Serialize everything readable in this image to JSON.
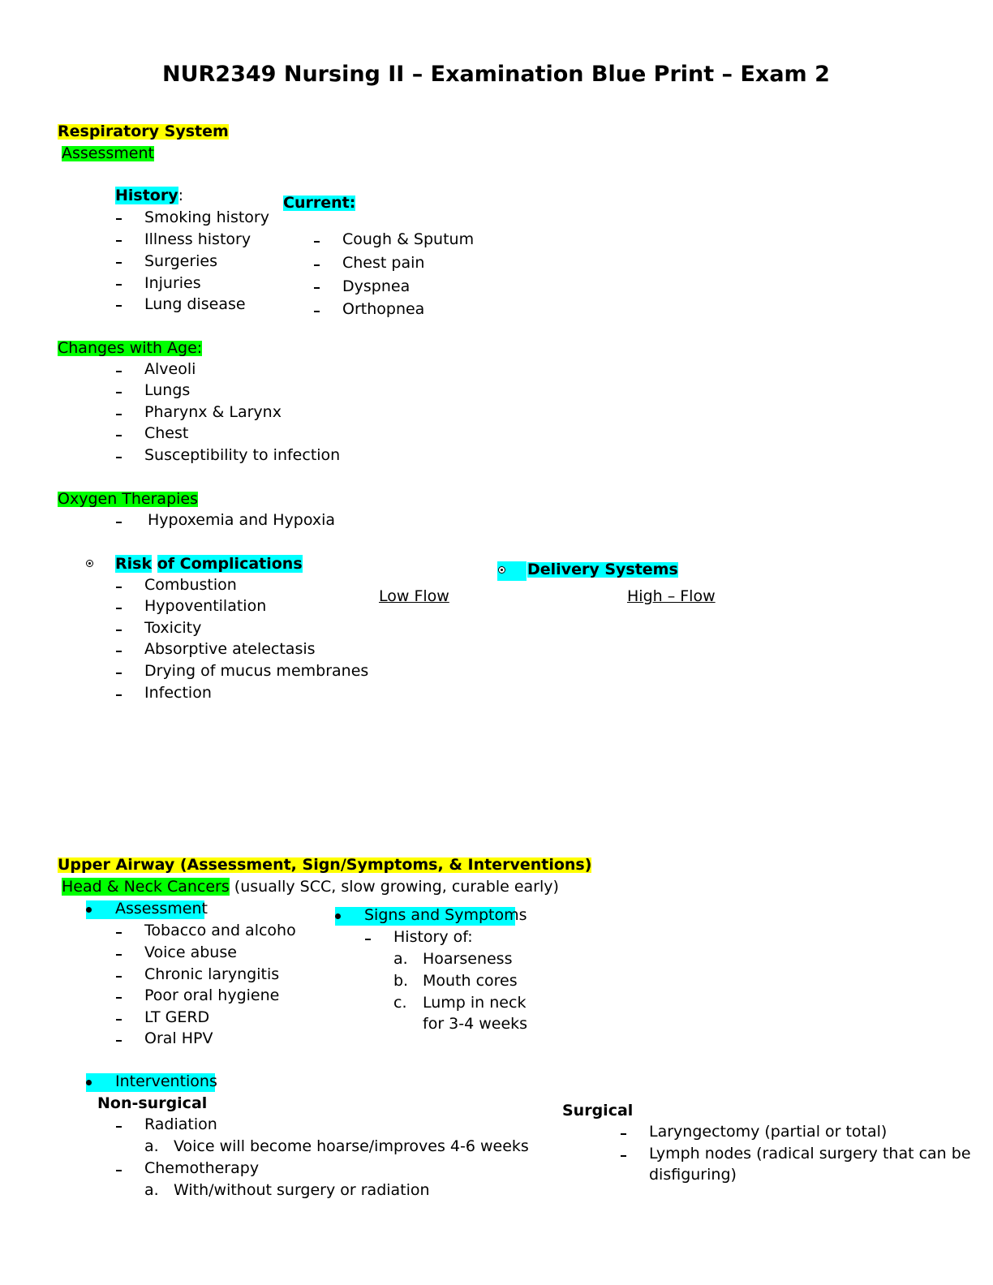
{
  "title": "NUR2349 Nursing II – Examination Blue Print – Exam 2",
  "respiratory": {
    "heading": "Respiratory System",
    "assessment": "Assessment",
    "history_label": "History",
    "history_colon": ":",
    "history_items": [
      "Smoking history",
      "Illness history",
      "Surgeries",
      "Injuries",
      "Lung disease"
    ],
    "current_label": "Current:",
    "current_items": [
      "Cough & Sputum",
      "Chest pain",
      "Dyspnea",
      "Orthopnea"
    ],
    "age_heading": "Changes with Age:",
    "age_items": [
      "Alveoli",
      "Lungs",
      "Pharynx & Larynx",
      "Chest",
      "Susceptibility to infection"
    ],
    "oxygen_heading": "Oxygen Therapies",
    "oxygen_item": "Hypoxemia and Hypoxia",
    "risk_label_1": "Risk",
    "risk_label_2": "of Complications",
    "risk_items": [
      "Combustion",
      "Hypoventilation",
      "Toxicity",
      "Absorptive atelectasis",
      "Drying of mucus membranes",
      "Infection"
    ],
    "delivery_label": "Delivery Systems",
    "low_flow": "Low Flow",
    "high_flow": "High – Flow"
  },
  "upper_airway": {
    "heading": "Upper Airway (Assessment, Sign/Symptoms, & Interventions)",
    "hn_label": "Head & Neck Cancers",
    "hn_note": " (usually SCC, slow growing, curable early)",
    "assessment_label": "Assessment",
    "assessment_items": [
      "Tobacco and alcohol u",
      "Voice abuse",
      "Chronic laryngitis",
      "Poor oral hygiene",
      "LT GERD",
      "Oral HPV"
    ],
    "signs_label": "Signs and Symptoms",
    "signs_history": "History of:",
    "signs_items": [
      {
        "marker": "a.",
        "text": "Hoarseness"
      },
      {
        "marker": "b.",
        "text": "Mouth cores"
      },
      {
        "marker": "c.",
        "text": "Lump in neck"
      }
    ],
    "signs_cont": "for 3-4 weeks",
    "interventions_label": "Interventions",
    "nonsurgical_label": "Non-surgical",
    "radiation": "Radiation",
    "radiation_a_marker": "a.",
    "radiation_a": "Voice will become hoarse/improves 4-6 weeks",
    "chemo": "Chemotherapy",
    "chemo_a_marker": "a.",
    "chemo_a": "With/without surgery or radiation",
    "surgical_label": "Surgical",
    "surgical_items": [
      "Laryngectomy (partial or total)",
      "Lymph nodes (radical surgery that can be"
    ],
    "surgical_cont": "disfiguring)"
  }
}
